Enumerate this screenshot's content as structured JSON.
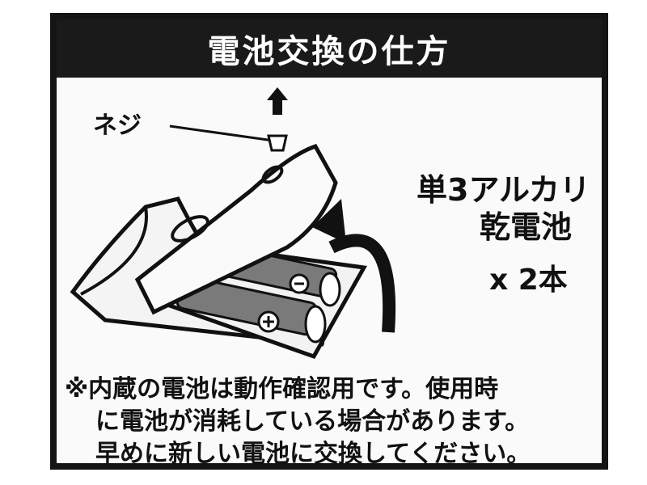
{
  "header": {
    "title": "電池交換の仕方"
  },
  "illustration": {
    "screw_label": "ネジ"
  },
  "battery_spec": {
    "type": "単3アルカリ",
    "kind": "乾電池",
    "quantity": "x 2本"
  },
  "notice": {
    "line1": "※内蔵の電池は動作確認用です。使用時",
    "line2": "に電池が消耗している場合があります。",
    "line3": "早めに新しい電池に交換してください。"
  }
}
